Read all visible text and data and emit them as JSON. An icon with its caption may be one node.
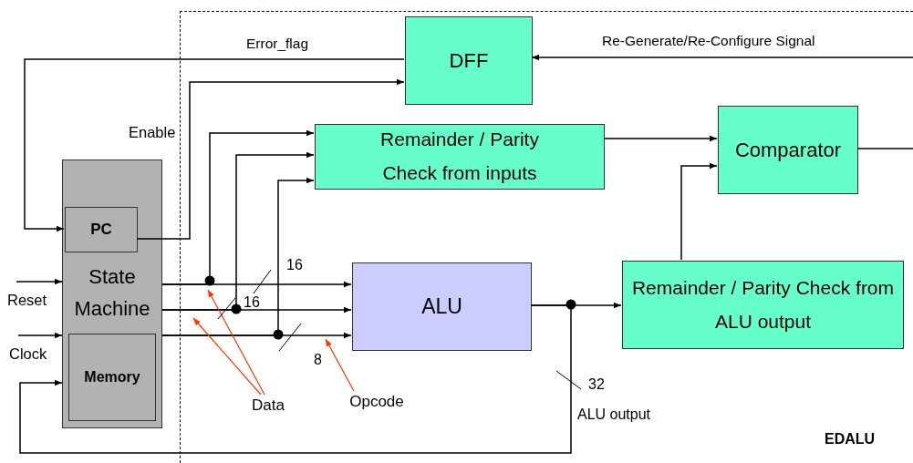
{
  "diagram": {
    "nodes": [
      {
        "text": [
          "State Machine"
        ]
      },
      {
        "text": [
          "PC"
        ],
        "in": 0
      },
      {
        "text": [
          "Memory"
        ],
        "in": 0
      },
      {
        "text": [
          "EDALU"
        ]
      },
      {
        "text": [
          "DFF"
        ],
        "in": 3
      },
      {
        "text": [
          "Remainder / Parity Check from inputs"
        ],
        "in": 3
      },
      {
        "text": [
          "Comparator"
        ],
        "in": 3
      },
      {
        "text": [
          "ALU"
        ],
        "in": 3
      },
      {
        "text": [
          "Remainder / Parity Check from ALU output"
        ],
        "in": 3
      },
      {
        "text": [
          "Data"
        ],
        "in": 3
      },
      {
        "text": [
          "Opcode"
        ],
        "in": 3
      }
    ],
    "edges": [
      {
        "from": 4,
        "to": 1,
        "arrow": "to",
        "label": "Error_flag"
      },
      {
        "from": 1,
        "to": 4,
        "arrow": "to",
        "label": "Enable"
      },
      {
        "from": null,
        "to": 4,
        "arrow": "to",
        "label": "Re-Generate/Re-Configure Signal"
      },
      {
        "from": 5,
        "to": 6,
        "arrow": "to"
      },
      {
        "from": 6,
        "to": null,
        "arrow": "none"
      },
      {
        "from": 8,
        "to": 6,
        "arrow": "to"
      },
      {
        "from": 0,
        "to": 7,
        "arrow": "to",
        "label": "16"
      },
      {
        "from": 0,
        "to": 7,
        "arrow": "to",
        "label": "16"
      },
      {
        "from": 0,
        "to": 7,
        "arrow": "to",
        "label": "8"
      },
      {
        "from": 0,
        "to": 5,
        "arrow": "to"
      },
      {
        "from": 0,
        "to": 5,
        "arrow": "to"
      },
      {
        "from": 0,
        "to": 5,
        "arrow": "to"
      },
      {
        "from": 7,
        "to": 8,
        "arrow": "to"
      },
      {
        "from": 7,
        "to": 0,
        "arrow": "to",
        "label": "32"
      },
      {
        "from": null,
        "to": 0,
        "arrow": "to",
        "label": "Reset"
      },
      {
        "from": null,
        "to": 0,
        "arrow": "to",
        "label": "Clock"
      },
      {
        "from": 9,
        "to": null,
        "arrow": "to",
        "color": "#ff3300"
      },
      {
        "from": 9,
        "to": null,
        "arrow": "to",
        "color": "#ff3300"
      },
      {
        "from": 10,
        "to": null,
        "arrow": "to",
        "color": "#ff3300"
      }
    ],
    "labels": [
      "ALU output"
    ]
  }
}
